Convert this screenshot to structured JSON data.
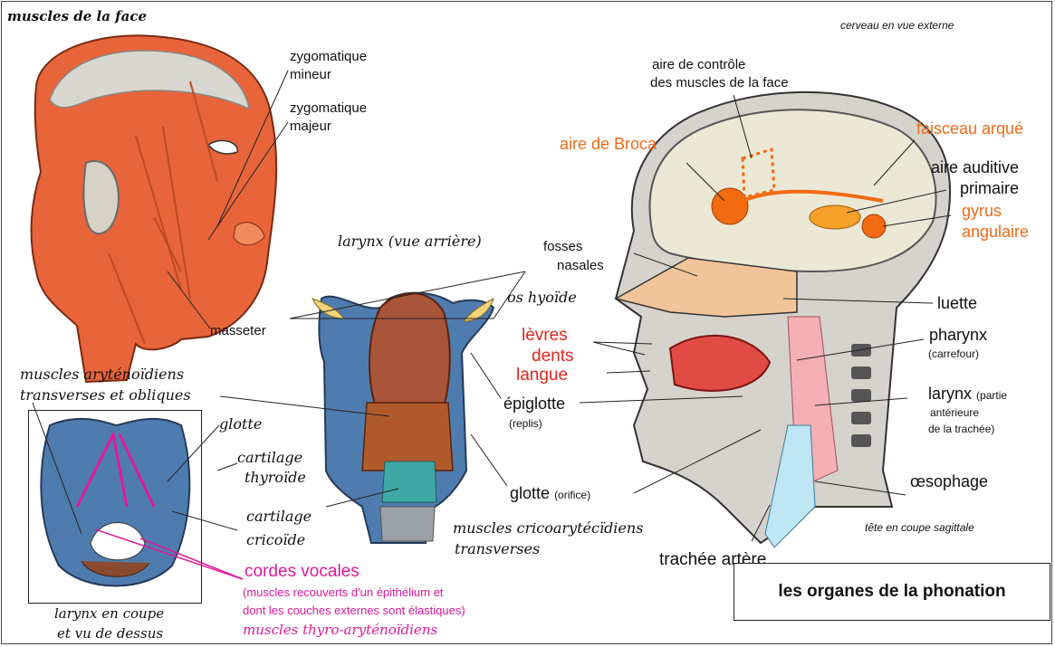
{
  "labels": {
    "muscles_face": "muscles de la face",
    "cerveau": "cerveau en vue externe",
    "zygomatique_mineur_1": "zygomatique",
    "zygomatique_mineur_2": "mineur",
    "zygomatique_majeur_1": "zygomatique",
    "zygomatique_majeur_2": "majeur",
    "masseter": "masseter",
    "aire_controle_1": "aire de contrôle",
    "aire_controle_2": "des muscles de la face",
    "aire_broca": "aire de Broca",
    "faisceau_arque": "faisceau arqué",
    "aire_auditive_1": "aire auditive",
    "aire_auditive_2": "primaire",
    "gyrus_1": "gyrus",
    "gyrus_2": "angulaire",
    "larynx_arriere": "larynx (vue arrière)",
    "fosses_nasales_1": "fosses",
    "fosses_nasales_2": "nasales",
    "os_hyoide": "os hyoïde",
    "luette": "luette",
    "levres": "lèvres",
    "dents": "dents",
    "langue": "langue",
    "pharynx": "pharynx",
    "carrefour": "(carrefour)",
    "larynx_partie_1": "larynx",
    "larynx_partie_1b": "(partie",
    "larynx_partie_2": "antérieure",
    "larynx_partie_3": "de la trachée)",
    "aryt_1": "muscles aryténoïdiens",
    "aryt_2": "transverses et obliques",
    "glotte": "glotte",
    "epiglotte": "épiglotte",
    "replis": "(replis)",
    "cartilage_thyroide_1": "cartilage",
    "cartilage_thyroide_2": "thyroïde",
    "glotte_orifice": "glotte",
    "orifice": "(orifice)",
    "oesophage": "œsophage",
    "cartilage_cricoide_1": "cartilage",
    "cartilage_cricoide_2": "cricoïde",
    "crico_1": "muscles cricoarytécïdiens",
    "crico_2": "transverses",
    "tete_sagittale": "tête en coupe sagittale",
    "cordes_vocales": "cordes vocales",
    "cordes_note_1": "(muscles recouverts d'un épithélium et",
    "cordes_note_2": "dont les couches externes sont élastiques)",
    "thyro": "muscles thyro-aryténoïdiens",
    "trachee": "trachée artère",
    "larynx_coupe_1": "larynx en coupe",
    "larynx_coupe_2": "et vu de dessus",
    "title": "les organes de la phonation"
  },
  "colors": {
    "muscle": "#e8643a",
    "brain": "#ece8d6",
    "orange_label": "#f06a1a",
    "red_label": "#e2271d",
    "pink_label": "#e0199a",
    "blue_cartilage": "#5b86b8"
  }
}
